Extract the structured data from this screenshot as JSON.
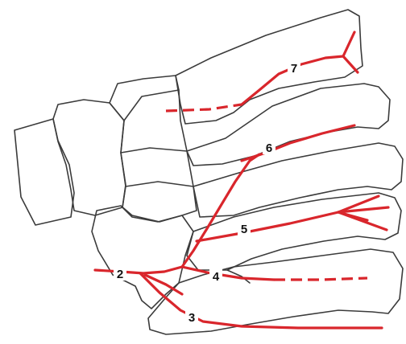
{
  "labels": {
    "l2": "2",
    "l3": "3",
    "l4": "4",
    "l5": "5",
    "l6": "6",
    "l7": "7"
  },
  "colors": {
    "vessel": "#d9262c",
    "bone_outline": "#3b3b3b",
    "background": "#ffffff"
  }
}
